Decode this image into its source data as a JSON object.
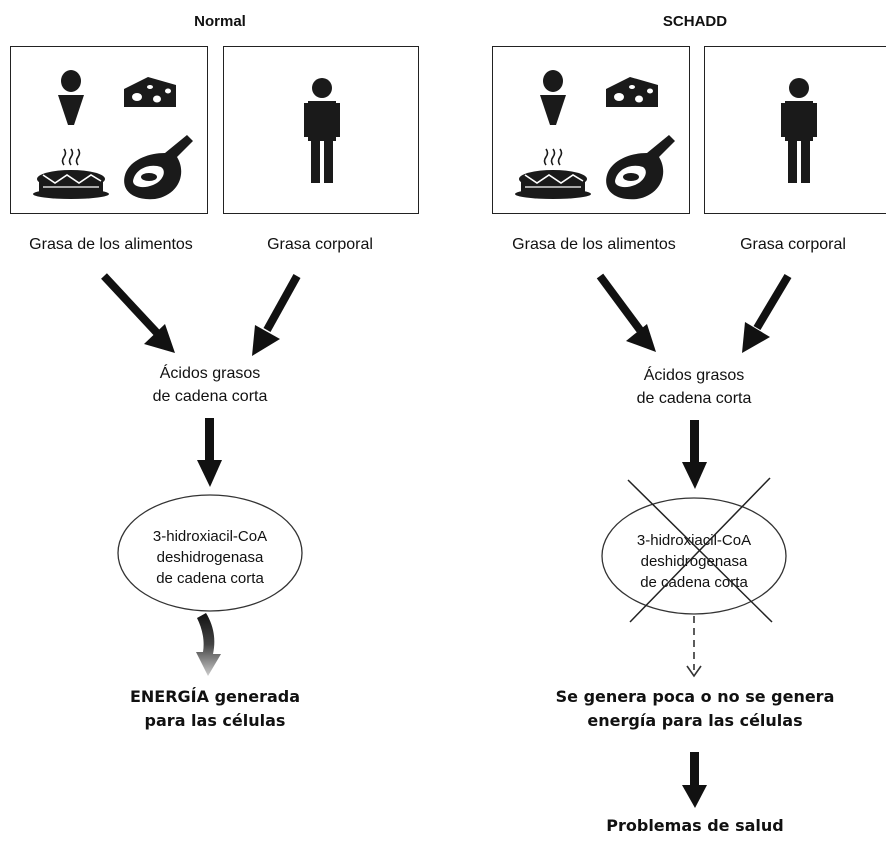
{
  "left": {
    "title": "Normal",
    "food_label": "Grasa de los alimentos",
    "body_label": "Grasa corporal",
    "acids": [
      "Ácidos grasos",
      "de cadena corta"
    ],
    "enzyme": [
      "3-hidroxiacil-CoA",
      "deshidrogenasa",
      "de cadena corta"
    ],
    "result": [
      "ENERGÍA generada",
      "para las células"
    ]
  },
  "right": {
    "title": "SCHADD",
    "food_label": "Grasa de los alimentos",
    "body_label": "Grasa corporal",
    "acids": [
      "Ácidos grasos",
      "de cadena corta"
    ],
    "enzyme": [
      "3-hidroxiacil-CoA",
      "deshidrogenasa",
      "de cadena corta"
    ],
    "result": [
      "Se genera poca o no se genera",
      "energía para las células"
    ],
    "final": "Problemas de salud"
  },
  "icons": [
    "ice-cream-cone-icon",
    "cheese-icon",
    "pie-icon",
    "steak-icon",
    "person-icon"
  ],
  "colors": {
    "ink": "#111111",
    "icon_fill": "#1a1a1a",
    "gradient_arrow_light": "#cccccc"
  }
}
